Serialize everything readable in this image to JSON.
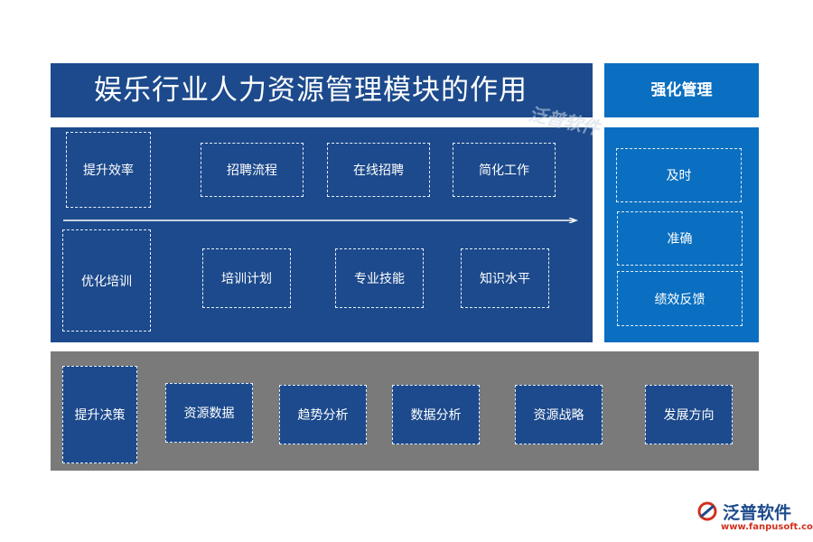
{
  "title": "娱乐行业人力资源管理模块的作用",
  "right": {
    "header": "强化管理",
    "items": [
      "及时",
      "准确",
      "绩效反馈"
    ]
  },
  "main": {
    "row1": {
      "label": "提升效率",
      "items": [
        "招聘流程",
        "在线招聘",
        "简化工作"
      ]
    },
    "row2": {
      "label": "优化培训",
      "items": [
        "培训计划",
        "专业技能",
        "知识水平"
      ]
    }
  },
  "bottom": {
    "label": "提升决策",
    "items": [
      "资源数据",
      "趋势分析",
      "数据分析",
      "资源战略",
      "发展方向"
    ]
  },
  "watermark": "泛普软件",
  "logo": {
    "name": "泛普软件",
    "url": "www.fanpusoft.com"
  }
}
